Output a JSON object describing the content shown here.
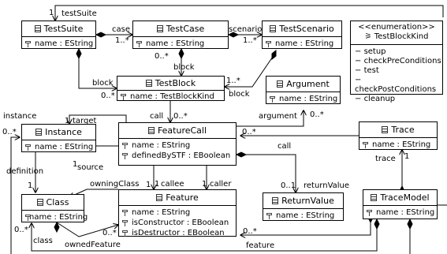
{
  "classes": {
    "test_suite": {
      "name": "TestSuite",
      "attrs": [
        "name : EString"
      ]
    },
    "test_case": {
      "name": "TestCase",
      "attrs": [
        "name : EString"
      ]
    },
    "test_scenario": {
      "name": "TestScenario",
      "attrs": [
        "name : EString"
      ]
    },
    "test_block": {
      "name": "TestBlock",
      "attrs": [
        "name : TestBlockKind"
      ]
    },
    "argument": {
      "name": "Argument",
      "attrs": [
        "name : EString"
      ]
    },
    "instance": {
      "name": "Instance",
      "attrs": [
        "name : EString"
      ]
    },
    "feature_call": {
      "name": "FeatureCall",
      "attrs": [
        "name : EString",
        "definedBySTF : EBoolean"
      ]
    },
    "trace": {
      "name": "Trace",
      "attrs": [
        "name : EString"
      ]
    },
    "class": {
      "name": "Class",
      "attrs": [
        "name : EString"
      ]
    },
    "feature": {
      "name": "Feature",
      "attrs": [
        "name : EString",
        "isConstructor : EBoolean",
        "isDestructor : EBoolean"
      ]
    },
    "return_value": {
      "name": "ReturnValue",
      "attrs": [
        "name : EString"
      ]
    },
    "trace_model": {
      "name": "TraceModel",
      "attrs": [
        "name : EString"
      ]
    }
  },
  "enumeration": {
    "stereotype": "<<enumeration>>",
    "name": "TestBlockKind",
    "literals": [
      "setup",
      "checkPreConditions",
      "test",
      "checkPostConditions",
      "cleanup"
    ]
  },
  "labels": {
    "suite_self_mult": "1",
    "suite_self_role": "testSuite",
    "case_role": "case",
    "case_mult": "1..*",
    "scenario_role": "scenario",
    "scenario_mult": "1..*",
    "block_mult_case": "0..*",
    "block_role_case": "block",
    "block_role_suite": "block",
    "block_mult_suite": "0..*",
    "block_mult_scen": "1..*",
    "block_role_scen": "block",
    "call_role": "call",
    "call_mult": "0..*",
    "argument_role": "argument",
    "argument_mult": "0..*",
    "instance_role": "instance",
    "instance_mult": "0..*",
    "target_mult": "1",
    "target_role": "target",
    "trace_call_mult": "0..*",
    "trace_call_role": "call",
    "source_mult": "1",
    "source_role": "source",
    "definition_role": "definition",
    "definition_mult": "1",
    "owning_class_role": "owningClass",
    "owning_class_mult": "1",
    "callee_mult": "1",
    "callee_role": "callee",
    "caller_mult": "1",
    "caller_role": "caller",
    "return_mult": "0..1",
    "return_role": "returnValue",
    "trace_role": "trace",
    "trace_mult": "1",
    "class_mult": "0..*",
    "class_role": "class",
    "owned_feature_mult": "0..*",
    "owned_feature_role": "ownedFeature",
    "feature_mult": "0..*",
    "feature_role": "feature"
  }
}
